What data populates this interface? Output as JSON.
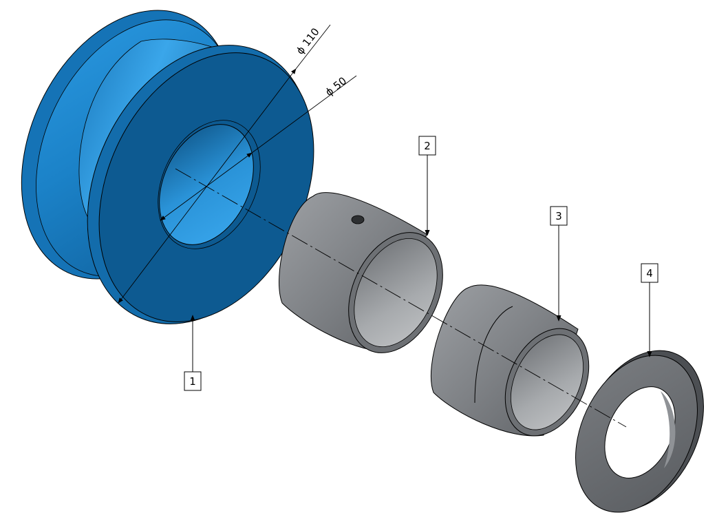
{
  "dimensions": {
    "outer_diameter": "110",
    "inner_diameter": "50",
    "diameter_symbol": "ϕ"
  },
  "balloons": [
    {
      "label": "1"
    },
    {
      "label": "2"
    },
    {
      "label": "3"
    },
    {
      "label": "4"
    }
  ],
  "colors": {
    "pulley": "#1d7fc4",
    "pulley_face": "#0d5a91",
    "metal": "#8a8d91",
    "metal_dark": "#55585c",
    "background": "#ffffff"
  }
}
